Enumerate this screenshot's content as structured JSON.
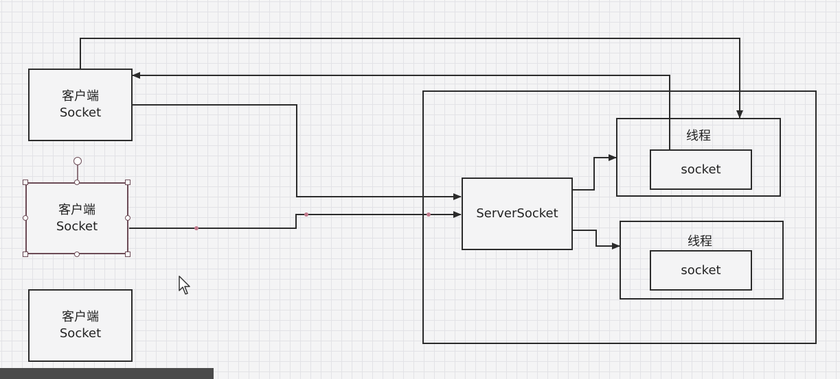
{
  "clients": [
    {
      "line1": "客户端",
      "line2": "Socket"
    },
    {
      "line1": "客户端",
      "line2": "Socket"
    },
    {
      "line1": "客户端",
      "line2": "Socket"
    }
  ],
  "server": {
    "label": "ServerSocket"
  },
  "threads": [
    {
      "title": "线程",
      "socket": "socket"
    },
    {
      "title": "线程",
      "socket": "socket"
    }
  ],
  "colors": {
    "stroke": "#2b2b2b",
    "selection": "#6b4a55",
    "grid": "#e2e2e6",
    "background": "#f4f4f5"
  }
}
